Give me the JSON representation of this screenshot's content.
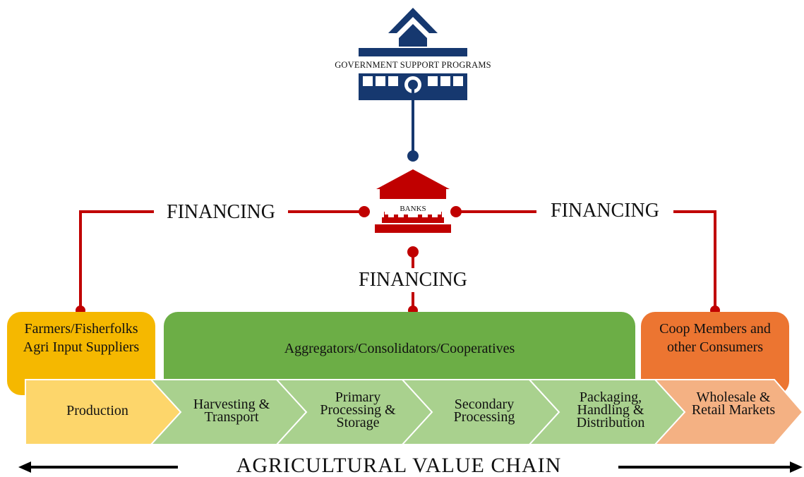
{
  "government": {
    "label": "GOVERNMENT  SUPPORT PROGRAMS",
    "icon": "government-building-icon"
  },
  "banks": {
    "label": "BANKS",
    "icon": "bank-building-icon"
  },
  "financing": {
    "left": "FINANCING",
    "right": "FINANCING",
    "center": "FINANCING"
  },
  "actors": {
    "farmers": "Farmers/Fisherfolks Agri Input Suppliers",
    "aggregators": "Aggregators/Consolidators/Cooperatives",
    "consumers": "Coop Members and other Consumers"
  },
  "chain_steps": [
    "Production",
    "Harvesting & Transport",
    "Primary Processing & Storage",
    "Secondary Processing",
    "Packaging, Handling & Distribution",
    "Wholesale & Retail Markets"
  ],
  "footer": "AGRICULTURAL VALUE CHAIN",
  "colors": {
    "government_navy": "#16386f",
    "bank_red": "#c00000",
    "farmers_yellow": "#f5b800",
    "aggregators_green": "#6cae46",
    "consumers_orange": "#ec7531",
    "production_yellow": "#fdd66b",
    "steps_green": "#a9d18e",
    "markets_peach": "#f4b183"
  }
}
